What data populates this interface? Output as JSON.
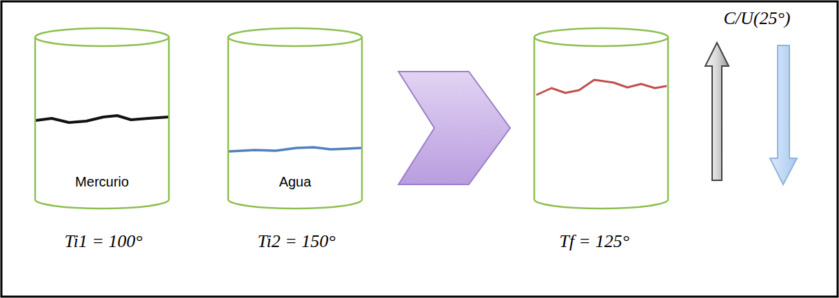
{
  "diagram": {
    "nodes": [
      {
        "text": [
          "Mercurio"
        ]
      },
      {
        "text": [
          "Agua"
        ]
      }
    ],
    "labels": [
      "Ti1 = 100°",
      "Ti2 = 150°",
      "Tf = 125°",
      "C/U(25°)"
    ]
  }
}
